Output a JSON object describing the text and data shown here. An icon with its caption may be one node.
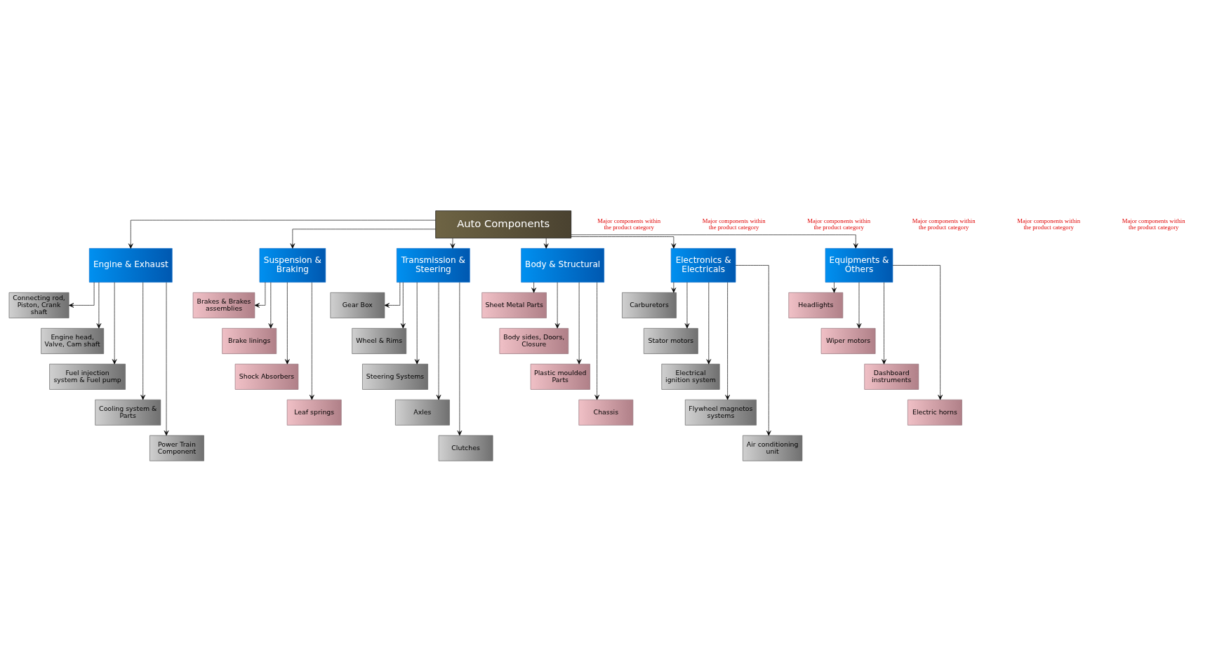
{
  "diagram": {
    "nodes": [
      {
        "text": [
          "Auto Components"
        ]
      },
      {
        "text": [
          "Engine & Exhaust"
        ]
      },
      {
        "text": [
          "Connecting rod, Piston, Crank shaft"
        ]
      },
      {
        "text": [
          "Engine head, Valve, Cam shaft"
        ]
      },
      {
        "text": [
          "Fuel injection system & Fuel pump"
        ]
      },
      {
        "text": [
          "Cooling system & Parts"
        ]
      },
      {
        "text": [
          "Power Train Component"
        ]
      },
      {
        "text": [
          "Suspension & Braking"
        ]
      },
      {
        "text": [
          "Brakes & Brakes assemblies"
        ]
      },
      {
        "text": [
          "Brake linings"
        ]
      },
      {
        "text": [
          "Shock Absorbers"
        ]
      },
      {
        "text": [
          "Leaf springs"
        ]
      },
      {
        "text": [
          "Transmission & Steering"
        ]
      },
      {
        "text": [
          "Gear Box"
        ]
      },
      {
        "text": [
          "Wheel & Rims"
        ]
      },
      {
        "text": [
          "Steering Systems"
        ]
      },
      {
        "text": [
          "Axles"
        ]
      },
      {
        "text": [
          "Clutches"
        ]
      },
      {
        "text": [
          "Body & Structural"
        ]
      },
      {
        "text": [
          "Sheet Metal Parts"
        ]
      },
      {
        "text": [
          "Body sides, Doors, Closure"
        ]
      },
      {
        "text": [
          "Plastic moulded Parts"
        ]
      },
      {
        "text": [
          "Chassis"
        ]
      },
      {
        "text": [
          "Electronics & Electricals"
        ]
      },
      {
        "text": [
          "Carburetors"
        ]
      },
      {
        "text": [
          "Stator motors"
        ]
      },
      {
        "text": [
          "Electrical ignition system"
        ]
      },
      {
        "text": [
          "Flywheel magnetos systems"
        ]
      },
      {
        "text": [
          "Air conditioning unit"
        ]
      },
      {
        "text": [
          "Equipments & Others"
        ]
      },
      {
        "text": [
          "Headlights"
        ]
      },
      {
        "text": [
          "Wiper motors"
        ]
      },
      {
        "text": [
          "Dashboard instruments"
        ]
      },
      {
        "text": [
          "Electric horns"
        ]
      }
    ],
    "edges": [
      {
        "from": 0,
        "to": 1,
        "arrow": "to"
      },
      {
        "from": 0,
        "to": 7,
        "arrow": "to"
      },
      {
        "from": 0,
        "to": 12,
        "arrow": "to"
      },
      {
        "from": 0,
        "to": 18,
        "arrow": "to"
      },
      {
        "from": 0,
        "to": 23,
        "arrow": "to"
      },
      {
        "from": 0,
        "to": 29,
        "arrow": "to"
      },
      {
        "from": 1,
        "to": 2,
        "arrow": "to"
      },
      {
        "from": 1,
        "to": 3,
        "arrow": "to"
      },
      {
        "from": 1,
        "to": 4,
        "arrow": "to"
      },
      {
        "from": 1,
        "to": 5,
        "arrow": "to"
      },
      {
        "from": 1,
        "to": 6,
        "arrow": "to"
      },
      {
        "from": 7,
        "to": 8,
        "arrow": "to"
      },
      {
        "from": 7,
        "to": 9,
        "arrow": "to"
      },
      {
        "from": 7,
        "to": 10,
        "arrow": "to"
      },
      {
        "from": 7,
        "to": 11,
        "arrow": "to"
      },
      {
        "from": 12,
        "to": 13,
        "arrow": "to"
      },
      {
        "from": 12,
        "to": 14,
        "arrow": "to"
      },
      {
        "from": 12,
        "to": 15,
        "arrow": "to"
      },
      {
        "from": 12,
        "to": 16,
        "arrow": "to"
      },
      {
        "from": 12,
        "to": 17,
        "arrow": "to"
      },
      {
        "from": 18,
        "to": 19,
        "arrow": "to"
      },
      {
        "from": 18,
        "to": 20,
        "arrow": "to"
      },
      {
        "from": 18,
        "to": 21,
        "arrow": "to"
      },
      {
        "from": 18,
        "to": 22,
        "arrow": "to"
      },
      {
        "from": 23,
        "to": 24,
        "arrow": "to"
      },
      {
        "from": 23,
        "to": 25,
        "arrow": "to"
      },
      {
        "from": 23,
        "to": 26,
        "arrow": "to"
      },
      {
        "from": 23,
        "to": 27,
        "arrow": "to"
      },
      {
        "from": 23,
        "to": 28,
        "arrow": "to"
      },
      {
        "from": 29,
        "to": 30,
        "arrow": "to"
      },
      {
        "from": 29,
        "to": 31,
        "arrow": "to"
      },
      {
        "from": 29,
        "to": 32,
        "arrow": "to"
      },
      {
        "from": 29,
        "to": 33,
        "arrow": "to"
      }
    ],
    "labels": [
      "Major components within the product category",
      "Major components within the product category",
      "Major components within the product category",
      "Major components within the product category",
      "Major components within the product category",
      "Major components within the product category"
    ]
  }
}
